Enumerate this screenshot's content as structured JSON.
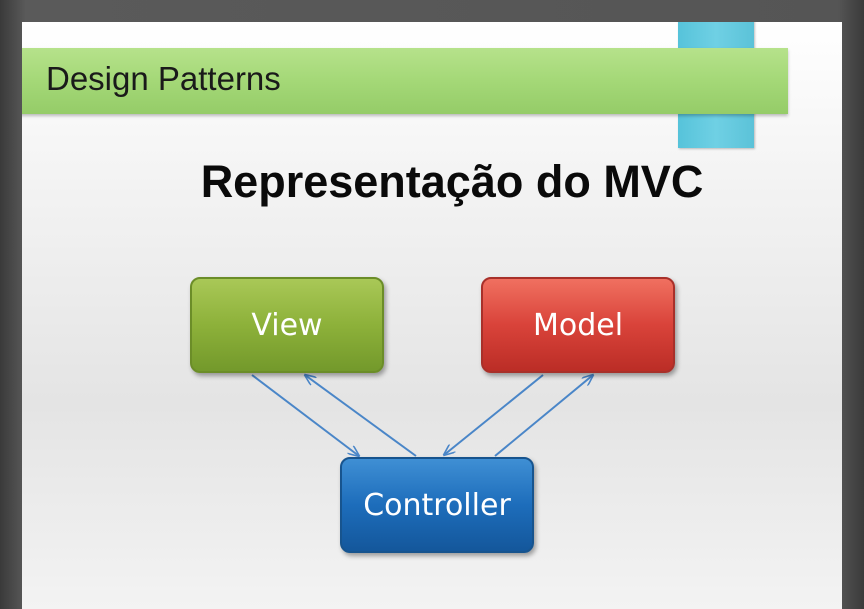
{
  "slide": {
    "banner_title": "Design Patterns",
    "main_title": "Representação do MVC"
  },
  "diagram": {
    "nodes": [
      {
        "id": "view",
        "label": "View",
        "color": "#8db13a"
      },
      {
        "id": "model",
        "label": "Model",
        "color": "#d9433a"
      },
      {
        "id": "controller",
        "label": "Controller",
        "color": "#1d6dbb"
      }
    ],
    "edges": [
      {
        "from": "view",
        "to": "controller"
      },
      {
        "from": "controller",
        "to": "view"
      },
      {
        "from": "model",
        "to": "controller"
      },
      {
        "from": "controller",
        "to": "model"
      }
    ],
    "edge_color": "#4a86c8"
  },
  "colors": {
    "banner": "#a4d877",
    "accent": "#6fd0e4"
  }
}
